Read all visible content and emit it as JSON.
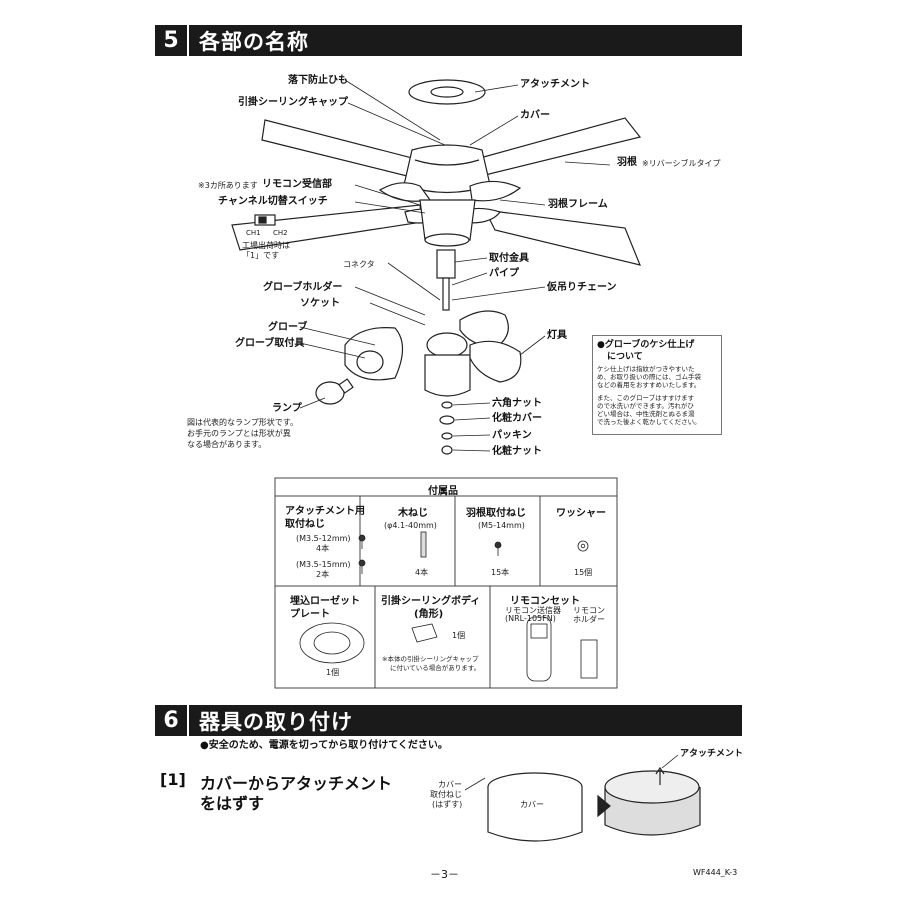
{
  "sec5": {
    "num": "5",
    "title": "各部の名称"
  },
  "parts": {
    "rakka": "落下防止ひも",
    "hikikake": "引掛シーリングキャップ",
    "attach": "アタッチメント",
    "cover": "カバー",
    "hane": "羽根",
    "hane_note": "※リバーシブルタイプ",
    "remocon_note": "※3カ所あります",
    "remocon": "リモコン受信部",
    "channel": "チャンネル切替スイッチ",
    "ch1": "CH1",
    "ch2": "CH2",
    "factory1": "工場出荷時は",
    "factory2": "「1」です",
    "haneframe": "羽根フレーム",
    "connector": "コネクタ",
    "toritsuke": "取付金具",
    "pipe": "パイプ",
    "karitsuri": "仮吊りチェーン",
    "globeholder": "グローブホルダー",
    "socket": "ソケット",
    "globe": "グローブ",
    "globetoritsuke": "グローブ取付具",
    "lamp": "ランプ",
    "lamp_note1": "図は代表的なランプ形状です。",
    "lamp_note2": "お手元のランプとは形状が異",
    "lamp_note3": "なる場合があります。",
    "tougu": "灯具",
    "rokkaku": "六角ナット",
    "keshocover": "化粧カバー",
    "packing": "パッキン",
    "keshonut": "化粧ナット"
  },
  "note": {
    "title1": "●グローブのケシ仕上げ",
    "title2": "について",
    "body": [
      "ケシ仕上げは指紋がつきやすいた",
      "め、お取り扱いの際には、ゴム手袋",
      "などの着用をおすすめいたします。",
      "",
      "また、このグローブはすすけます",
      "ので水洗いができます。汚れがひ",
      "どい場合は、中性洗剤とぬるま湯",
      "で洗った後よく乾かしてください。"
    ]
  },
  "accessories": {
    "title": "付属品",
    "c1_title1": "アタッチメント用",
    "c1_title2": "取付ねじ",
    "c1_s1": "(M3.5-12mm)",
    "c1_q1": "4本",
    "c1_s2": "(M3.5-15mm)",
    "c1_q2": "2本",
    "c2_title": "木ねじ",
    "c2_s": "(φ4.1-40mm)",
    "c2_q": "4本",
    "c3_title": "羽根取付ねじ",
    "c3_s": "(M5-14mm)",
    "c3_q": "15本",
    "c4_title": "ワッシャー",
    "c4_q": "15個",
    "r2c1_title1": "埋込ローゼット",
    "r2c1_title2": "プレート",
    "r2c1_q": "1個",
    "r2c2_title1": "引掛シーリングボディ",
    "r2c2_title2": "(角形)",
    "r2c2_q": "1個",
    "r2c2_note1": "※本体の引掛シーリングキャップ",
    "r2c2_note2": "に付いている場合があります。",
    "r2c3_title": "リモコンセット",
    "r2c3_a1": "リモコン送信器",
    "r2c3_a2": "(NRL-105FN)",
    "r2c3_b1": "リモコン",
    "r2c3_b2": "ホルダー"
  },
  "sec6": {
    "num": "6",
    "title": "器具の取り付け",
    "safety": "●安全のため、電源を切ってから取り付けてください。",
    "step": "[1]",
    "step_t1": "カバーからアタッチメント",
    "step_t2": "をはずす",
    "cov1": "カバー",
    "cov2": "取付ねじ",
    "cov3": "(はずす)",
    "cover_lbl": "カバー",
    "attach_lbl": "アタッチメント"
  },
  "footer": {
    "page": "－3－",
    "code": "WF444_K-3"
  }
}
